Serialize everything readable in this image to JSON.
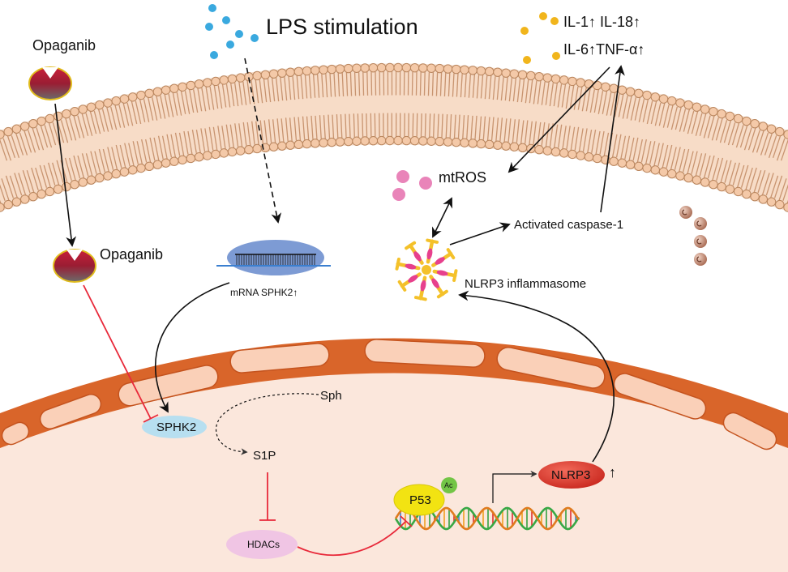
{
  "labels": {
    "lps": "LPS stimulation",
    "opaganib_outside": "Opaganib",
    "opaganib_inside": "Opaganib",
    "cyto_line1": "IL-1↑ IL-18↑",
    "cyto_line2": "IL-6↑TNF-α↑",
    "mtros": "mtROS",
    "caspase": "Activated caspase-1",
    "mrna": "mRNA SPHK2↑",
    "nlrp3_inflammasome": "NLRP3 inflammasome",
    "sphk2": "SPHK2",
    "sph": "Sph",
    "s1p": "S1P",
    "hdacs": "HDACs",
    "p53": "P53",
    "ac": "Ac",
    "nlrp3": "NLRP3",
    "nlrp3_up": "↑"
  },
  "colors": {
    "membrane_head": "#f4c9a8",
    "membrane_head_stroke": "#b9855d",
    "membrane_tail": "#c89470",
    "nucleus_rim": "#d9652a",
    "nucleus_fill": "#fbe7dc",
    "inhibit_red": "#e8293a",
    "lps_dots": "#3aa9df",
    "cytokine_dots": "#f1b51c",
    "mtros_dots": "#e984b9",
    "caspase_balls": "#c0826a",
    "sphk2_fill": "#b7dff0",
    "hdacs_fill": "#f0c5e4",
    "p53_fill": "#f2e312",
    "nlrp3_fill": "#e5403b",
    "ac_fill": "#73c546",
    "mrna_fill": "#7d9bd4"
  }
}
